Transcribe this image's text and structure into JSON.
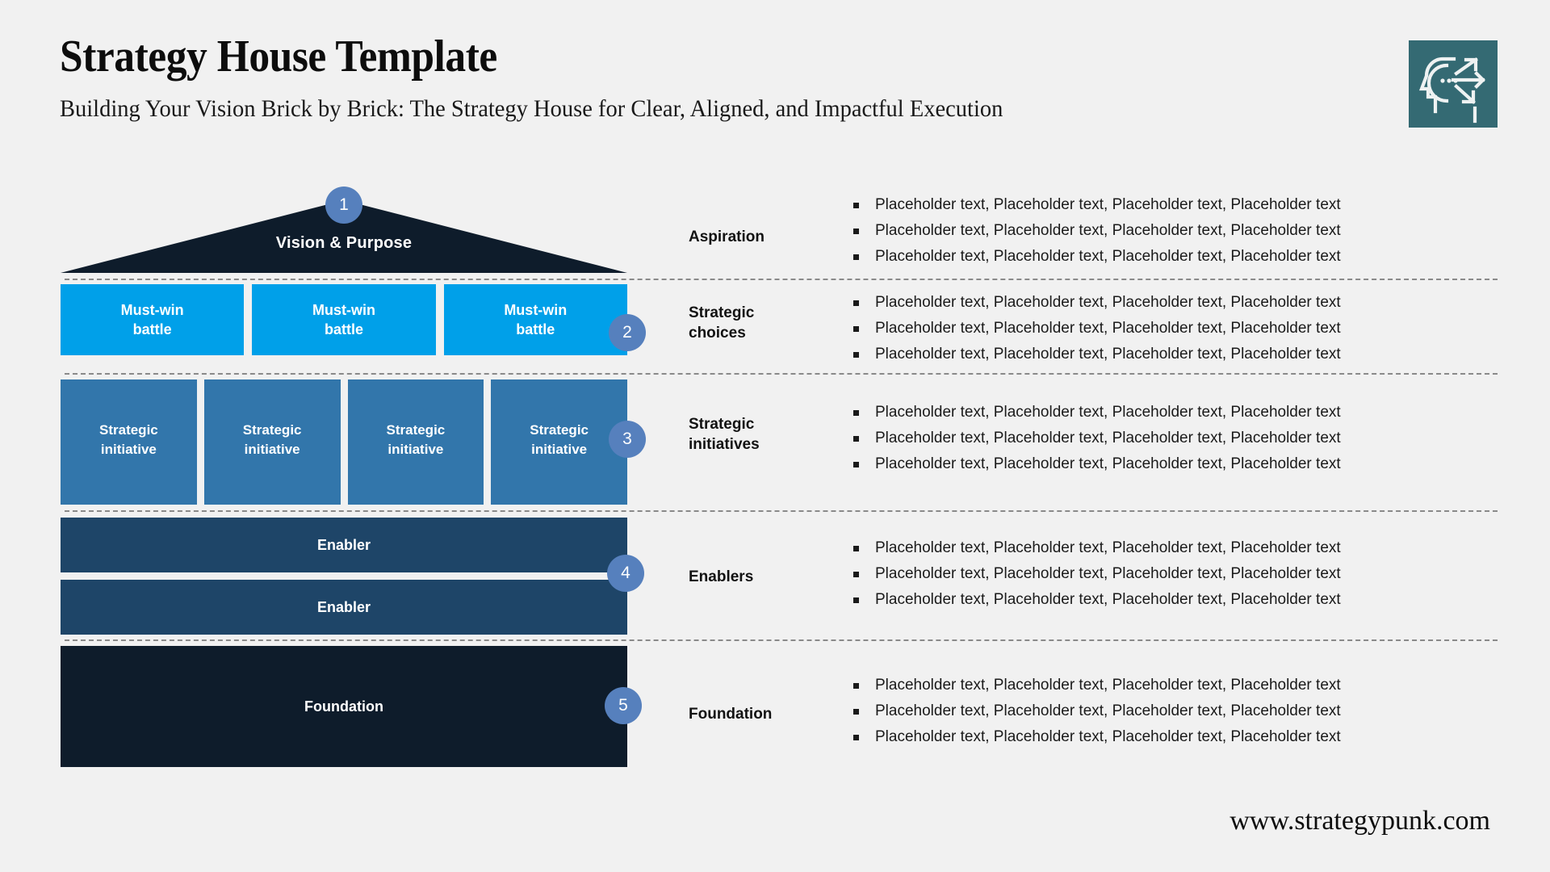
{
  "header": {
    "title": "Strategy House Template",
    "subtitle": "Building Your Vision Brick by Brick: The Strategy House for Clear, Aligned, and Impactful Execution",
    "logo_icon": "head-profile-arrows-icon",
    "logo_color": "#346a73"
  },
  "house": {
    "roof": {
      "label": "Vision & Purpose",
      "color": "#0e1c2b"
    },
    "battles": {
      "color": "#00a0e9",
      "items": [
        {
          "label": "Must-win\nbattle"
        },
        {
          "label": "Must-win\nbattle"
        },
        {
          "label": "Must-win\nbattle"
        }
      ]
    },
    "initiatives": {
      "color": "#3276ab",
      "items": [
        {
          "label": "Strategic\ninitiative"
        },
        {
          "label": "Strategic\ninitiative"
        },
        {
          "label": "Strategic\ninitiative"
        },
        {
          "label": "Strategic\ninitiative"
        }
      ]
    },
    "enablers": {
      "color": "#1e4568",
      "items": [
        {
          "label": "Enabler"
        },
        {
          "label": "Enabler"
        }
      ]
    },
    "foundation": {
      "label": "Foundation",
      "color": "#0e1c2b"
    }
  },
  "badges": {
    "color": "#5680bd",
    "items": [
      "1",
      "2",
      "3",
      "4",
      "5"
    ]
  },
  "categories": [
    {
      "label": "Aspiration"
    },
    {
      "label": "Strategic\nchoices"
    },
    {
      "label": "Strategic\ninitiatives"
    },
    {
      "label": "Enablers"
    },
    {
      "label": "Foundation"
    }
  ],
  "bullet_text": "Placeholder text, Placeholder text, Placeholder text, Placeholder text",
  "bullets": {
    "aspiration": [
      "Placeholder text, Placeholder text, Placeholder text, Placeholder text",
      "Placeholder text, Placeholder text, Placeholder text, Placeholder text",
      "Placeholder text, Placeholder text, Placeholder text, Placeholder text"
    ],
    "strategic_choices": [
      "Placeholder text, Placeholder text, Placeholder text, Placeholder text",
      "Placeholder text, Placeholder text, Placeholder text, Placeholder text",
      "Placeholder text, Placeholder text, Placeholder text, Placeholder text"
    ],
    "strategic_initiatives": [
      "Placeholder text, Placeholder text, Placeholder text, Placeholder text",
      "Placeholder text, Placeholder text, Placeholder text, Placeholder text",
      "Placeholder text, Placeholder text, Placeholder text, Placeholder text"
    ],
    "enablers": [
      "Placeholder text, Placeholder text, Placeholder text, Placeholder text",
      "Placeholder text, Placeholder text, Placeholder text, Placeholder text",
      "Placeholder text, Placeholder text, Placeholder text, Placeholder text"
    ],
    "foundation": [
      "Placeholder text, Placeholder text, Placeholder text, Placeholder text",
      "Placeholder text, Placeholder text, Placeholder text, Placeholder text",
      "Placeholder text, Placeholder text, Placeholder text, Placeholder text"
    ]
  },
  "footer": {
    "url": "www.strategypunk.com"
  }
}
